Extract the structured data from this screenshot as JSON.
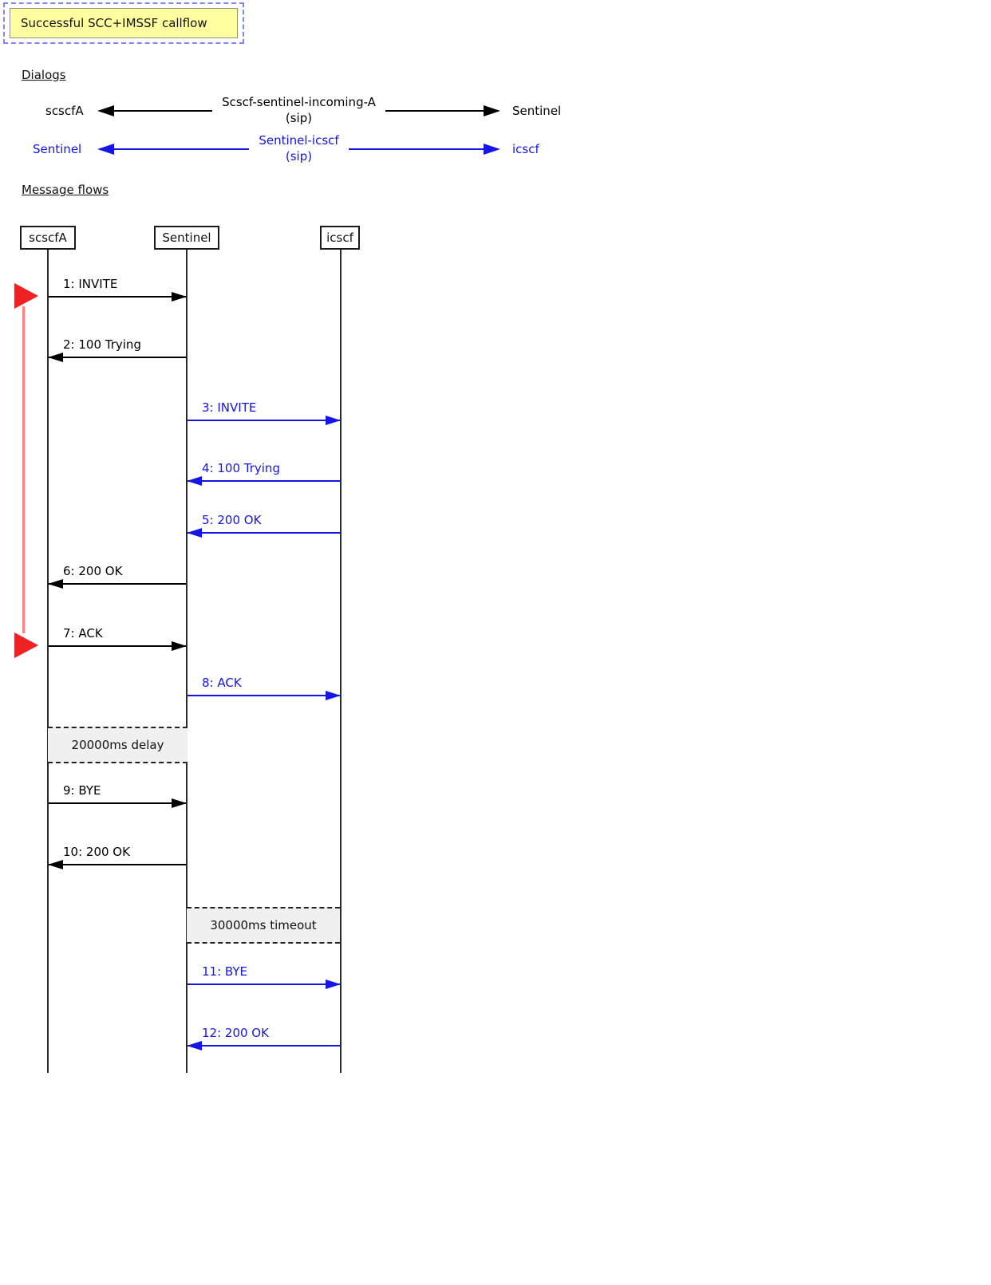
{
  "title": "Successful SCC+IMSSF callflow",
  "headings": {
    "dialogs": "Dialogs",
    "flows": "Message flows"
  },
  "dialogs": [
    {
      "left": "scscfA",
      "right": "Sentinel",
      "name": "Scscf-sentinel-incoming-A",
      "protocol": "(sip)",
      "color": "black"
    },
    {
      "left": "Sentinel",
      "right": "icscf",
      "name": "Sentinel-icscf",
      "protocol": "(sip)",
      "color": "blue"
    }
  ],
  "participants": [
    {
      "name": "scscfA"
    },
    {
      "name": "Sentinel"
    },
    {
      "name": "icscf"
    }
  ],
  "messages": [
    {
      "label": "1: INVITE",
      "from": "scscfA",
      "to": "Sentinel",
      "color": "black"
    },
    {
      "label": "2: 100 Trying",
      "from": "Sentinel",
      "to": "scscfA",
      "color": "black"
    },
    {
      "label": "3: INVITE",
      "from": "Sentinel",
      "to": "icscf",
      "color": "blue"
    },
    {
      "label": "4: 100 Trying",
      "from": "icscf",
      "to": "Sentinel",
      "color": "blue"
    },
    {
      "label": "5: 200 OK",
      "from": "icscf",
      "to": "Sentinel",
      "color": "blue"
    },
    {
      "label": "6: 200 OK",
      "from": "Sentinel",
      "to": "scscfA",
      "color": "black"
    },
    {
      "label": "7: ACK",
      "from": "scscfA",
      "to": "Sentinel",
      "color": "black"
    },
    {
      "label": "8: ACK",
      "from": "Sentinel",
      "to": "icscf",
      "color": "blue"
    },
    {
      "label": "9: BYE",
      "from": "scscfA",
      "to": "Sentinel",
      "color": "black"
    },
    {
      "label": "10: 200 OK",
      "from": "Sentinel",
      "to": "scscfA",
      "color": "black"
    },
    {
      "label": "11: BYE",
      "from": "Sentinel",
      "to": "icscf",
      "color": "blue"
    },
    {
      "label": "12: 200 OK",
      "from": "icscf",
      "to": "Sentinel",
      "color": "blue"
    }
  ],
  "timers": [
    {
      "label": "20000ms delay",
      "between": [
        "scscfA",
        "Sentinel"
      ]
    },
    {
      "label": "30000ms timeout",
      "between": [
        "Sentinel",
        "icscf"
      ]
    }
  ],
  "markers": {
    "description": "red focus markers on messages 1 and 7"
  },
  "colors": {
    "blue_flow": "#1515e6",
    "marker_red": "#ee2222",
    "marker_line_red": "#ff8080",
    "title_bg": "#ffffa0"
  }
}
